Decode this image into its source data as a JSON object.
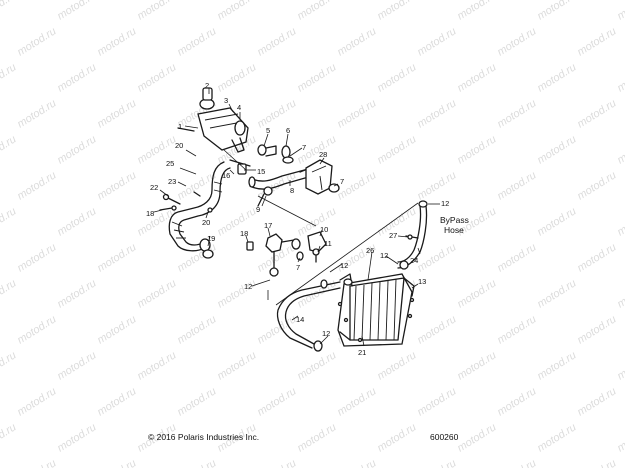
{
  "watermark": "motod.ru",
  "callouts": {
    "c1": "1",
    "c2": "2",
    "c3": "3",
    "c4": "4",
    "c5": "5",
    "c6": "6",
    "c7a": "7",
    "c7b": "7",
    "c7c": "7",
    "c8": "8",
    "c9": "9",
    "c10": "10",
    "c11": "11",
    "c12a": "12",
    "c12b": "12",
    "c12c": "12",
    "c12d": "12",
    "c12e": "12",
    "c13": "13",
    "c14": "14",
    "c15": "15",
    "c16": "16",
    "c17": "17",
    "c18a": "18",
    "c18b": "18",
    "c19": "19",
    "c20a": "20",
    "c20b": "20",
    "c21": "21",
    "c22": "22",
    "c23": "23",
    "c24": "24",
    "c25": "25",
    "c26": "26",
    "c27": "27",
    "c28": "28"
  },
  "bypass_label_line1": "ByPass",
  "bypass_label_line2": "Hose",
  "copyright": "© 2016 Polaris Industries Inc.",
  "figure_id": "600260"
}
